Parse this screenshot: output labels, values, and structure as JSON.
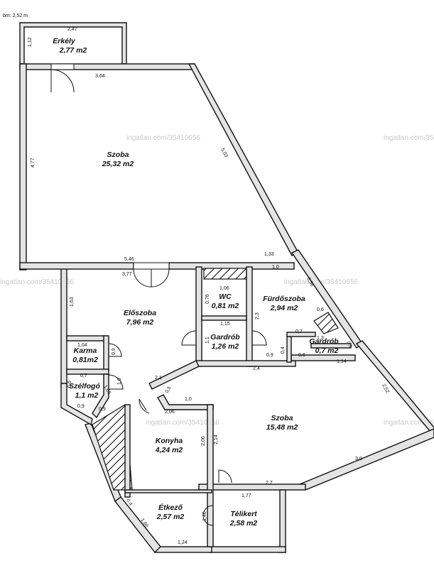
{
  "scale_label": "bm: 2,52 m",
  "watermark": "ingatlan.com/35410656",
  "rooms": {
    "erkely": {
      "name": "Erkély",
      "area": "2,77 m2"
    },
    "szoba1": {
      "name": "Szoba",
      "area": "25,32 m2"
    },
    "eloszoba": {
      "name": "Előszoba",
      "area": "7,96 m2"
    },
    "wc": {
      "name": "WC",
      "area": "0,81 m2"
    },
    "furdoszoba": {
      "name": "Fürdőszoba",
      "area": "2,94 m2"
    },
    "gardrob1": {
      "name": "Gardrób",
      "area": "1,26 m2"
    },
    "gardrob2": {
      "name": "Gardrób",
      "area": "0,7 m2"
    },
    "karma": {
      "name": "Karma",
      "area": "0,81m2"
    },
    "szelfogo": {
      "name": "Szélfogó",
      "area": "1,1 m2"
    },
    "konyha": {
      "name": "Konyha",
      "area": "4,24 m2"
    },
    "szoba2": {
      "name": "Szoba",
      "area": "15,48 m2"
    },
    "etkezo": {
      "name": "Étkező",
      "area": "2,57 m2"
    },
    "telikert": {
      "name": "Télikert",
      "area": "2,58 m2"
    }
  },
  "dimensions": {
    "d_247": "2,47",
    "d_112": "1,12",
    "d_364": "3,64",
    "d_477": "4,77",
    "d_503": "5,03",
    "d_546": "5,46",
    "d_133": "1,33",
    "d_377": "3,77",
    "d_10a": "1,0",
    "d_163": "1,63",
    "d_106": "1,06",
    "d_076": "0,76",
    "d_096": "0,96",
    "d_23": "2,3",
    "d_115": "1,15",
    "d_11": "1,1",
    "d_06a": "0,6",
    "d_07": "0,7",
    "d_06b": "0,6",
    "d_04": "0,4",
    "d_06c": "0,6",
    "d_13": "1,3",
    "d_09a": "0,9",
    "d_104": "1,04",
    "d_09b": "0,9",
    "d_24": "2,4",
    "d_114": "1,14",
    "d_07b": "0,7",
    "d_06d": "0,6",
    "d_106b": "1,06",
    "d_10b": "1,0",
    "d_09c": "0,9",
    "d_09d": "0,9",
    "d_21": "2,1",
    "d_05": "0,5",
    "d_10c": "1,0",
    "d_206a": "2,06",
    "d_252": "2,52",
    "d_206b": "2,06",
    "d_214": "2,14",
    "d_30": "3,0",
    "d_27": "2,7",
    "d_177": "1,77",
    "d_04b": "0,4",
    "d_146": "1,46",
    "d_166": "1,66",
    "d_124": "1,24"
  }
}
